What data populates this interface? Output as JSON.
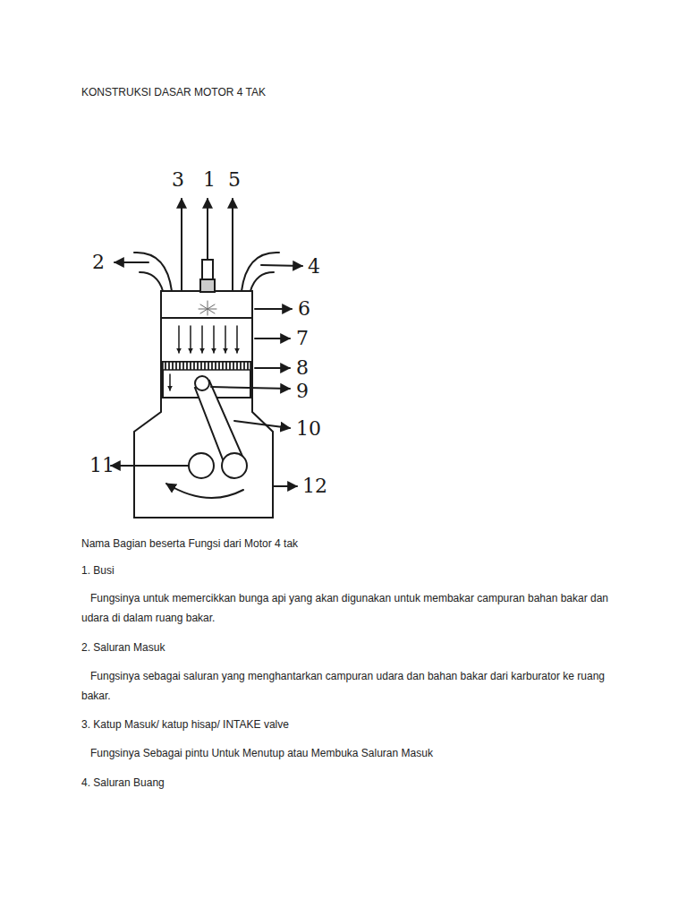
{
  "diagram": {
    "title": "KONSTRUKSI DASAR MOTOR 4 TAK",
    "labels": [
      "3",
      "1",
      "5",
      "2",
      "4",
      "6",
      "7",
      "8",
      "9",
      "10",
      "11",
      "12",
      "Nama Bagian beserta Fungsi dari Motor 4 tak",
      "1. Busi",
      "Fungsinya untuk memercikkan bunga api yang akan digunakan untuk membakar campuran bahan bakar dan udara di dalam ruang bakar.",
      "2. Saluran Masuk",
      "Fungsinya sebagai saluran yang menghantarkan campuran udara dan bahan bakar dari karburator ke ruang bakar.",
      "3. Katup Masuk/ katup hisap/ INTAKE valve",
      "Fungsinya Sebagai pintu Untuk Menutup atau Membuka Saluran Masuk",
      "4. Saluran Buang"
    ]
  }
}
